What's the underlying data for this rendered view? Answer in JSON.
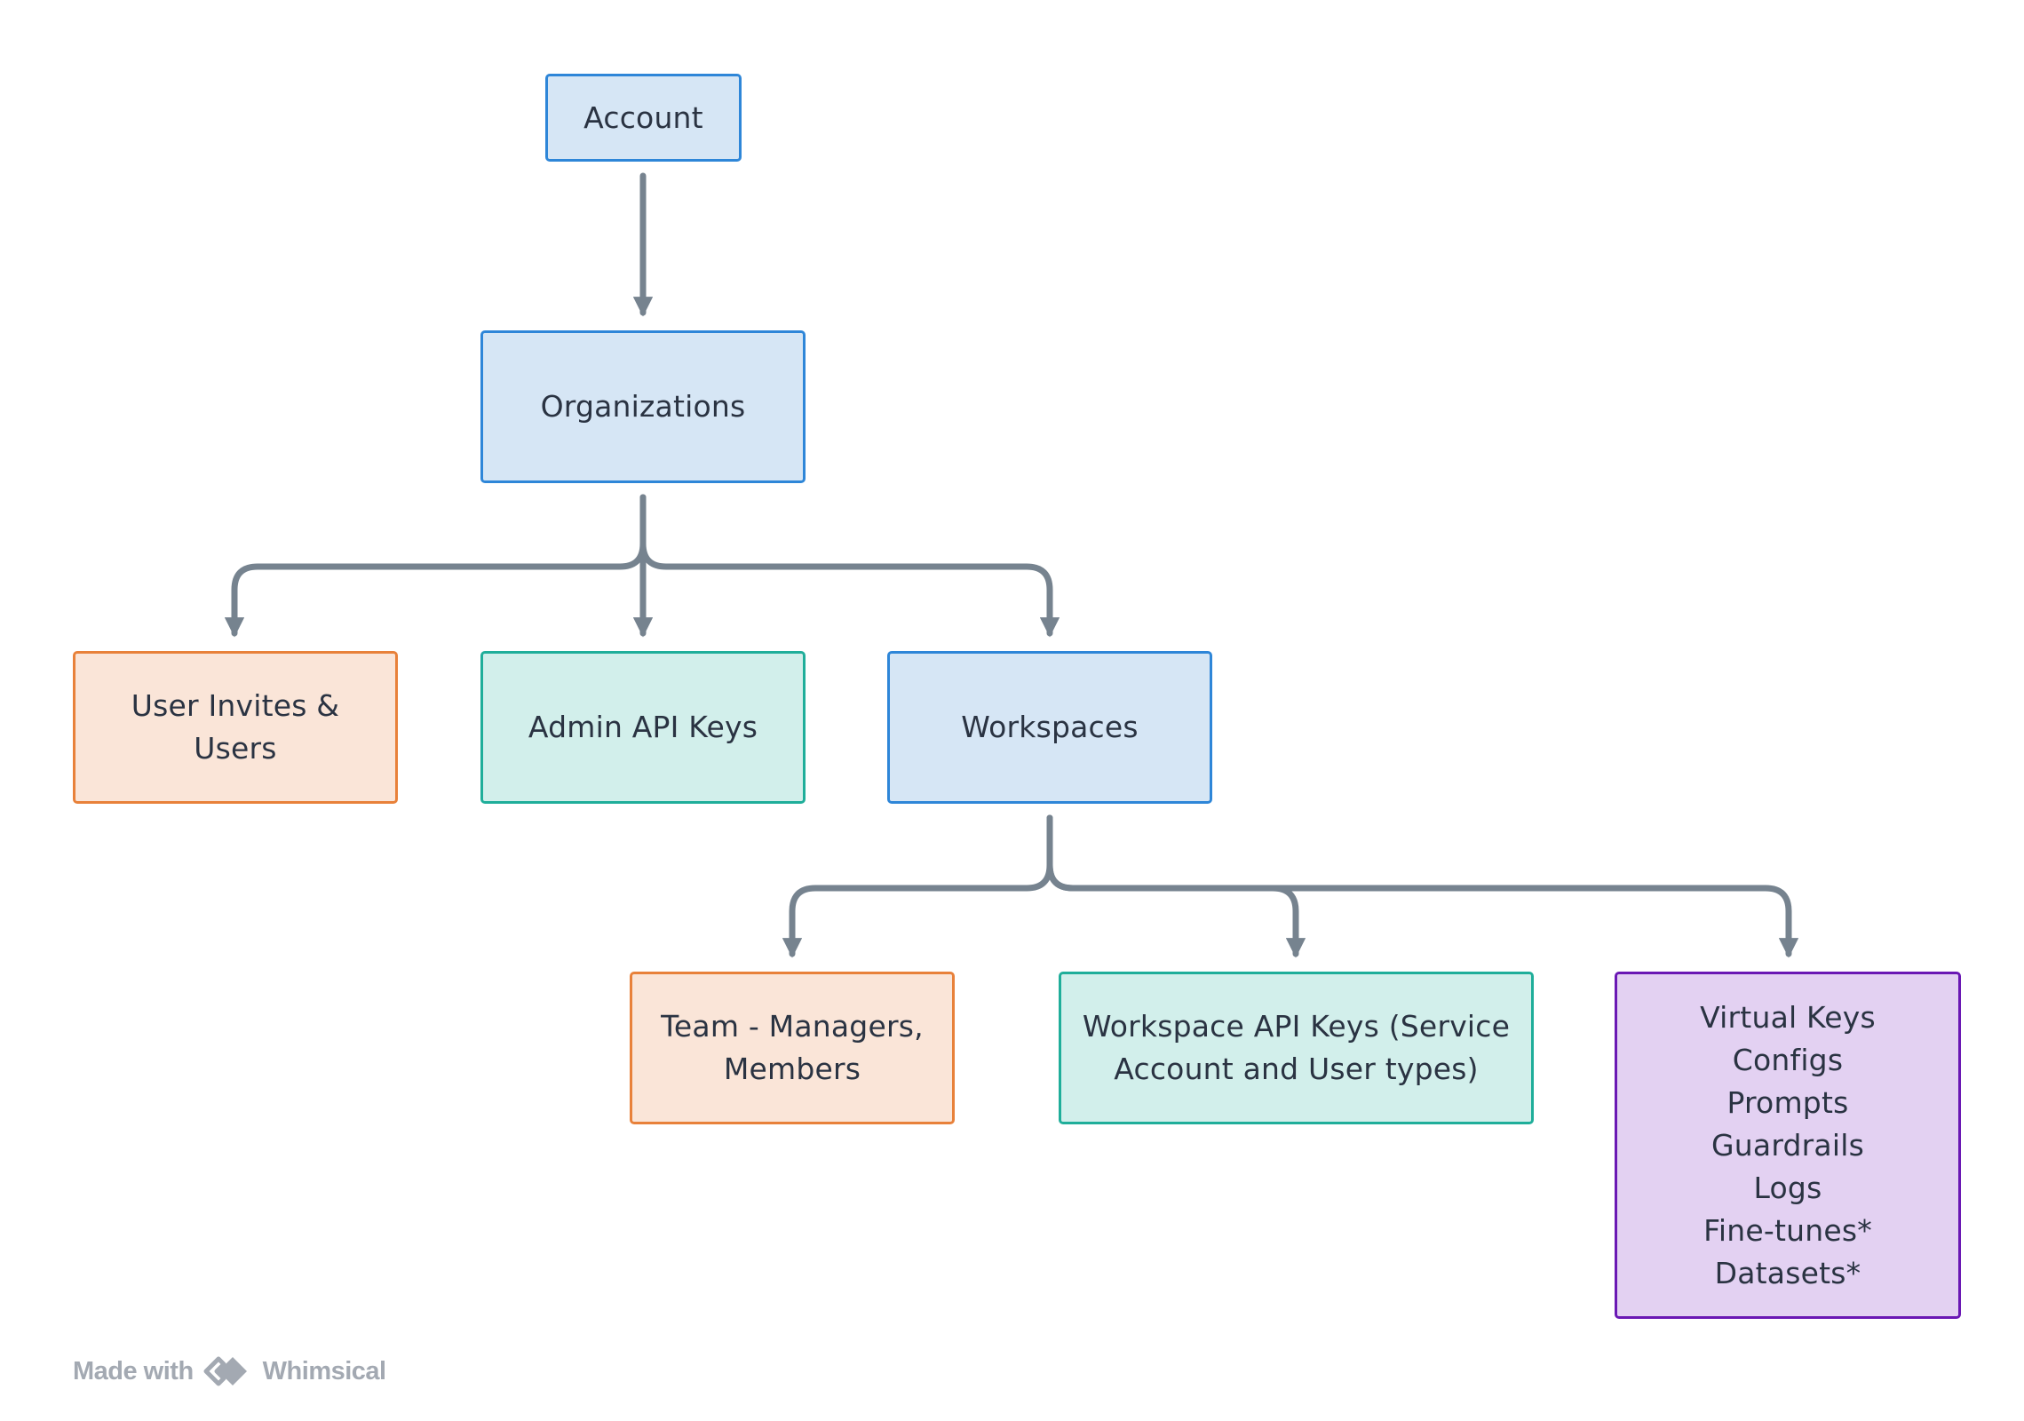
{
  "diagram": {
    "nodes": {
      "account": {
        "lines": [
          "Account"
        ]
      },
      "organizations": {
        "lines": [
          "Organizations"
        ]
      },
      "users": {
        "lines": [
          "User Invites &",
          "Users"
        ]
      },
      "admin_keys": {
        "lines": [
          "Admin API Keys"
        ]
      },
      "workspaces": {
        "lines": [
          "Workspaces"
        ]
      },
      "team": {
        "lines": [
          "Team - Managers,",
          "Members"
        ]
      },
      "ws_keys": {
        "lines": [
          "Workspace API Keys (Service",
          "Account and User types)"
        ]
      },
      "resources": {
        "lines": [
          "Virtual Keys",
          "Configs",
          "Prompts",
          "Guardrails",
          "Logs",
          "Fine-tunes*",
          "Datasets*"
        ]
      }
    },
    "edges": [
      {
        "from": "account",
        "to": "organizations"
      },
      {
        "from": "organizations",
        "to": "users"
      },
      {
        "from": "organizations",
        "to": "admin_keys"
      },
      {
        "from": "organizations",
        "to": "workspaces"
      },
      {
        "from": "workspaces",
        "to": "team"
      },
      {
        "from": "workspaces",
        "to": "ws_keys"
      },
      {
        "from": "workspaces",
        "to": "resources"
      }
    ],
    "colors": {
      "connector": "#76838f",
      "blue_fill": "#d6e6f5",
      "blue_border": "#2e86d8",
      "orange_fill": "#fae5d8",
      "orange_border": "#e8813a",
      "teal_fill": "#d2efeb",
      "teal_border": "#1fae9a",
      "purple_fill": "#e3d1f2",
      "purple_border": "#6a18b4"
    }
  },
  "footer": {
    "made_with": "Made with",
    "brand": "Whimsical",
    "logo_icon": "whimsical-logo-icon"
  }
}
